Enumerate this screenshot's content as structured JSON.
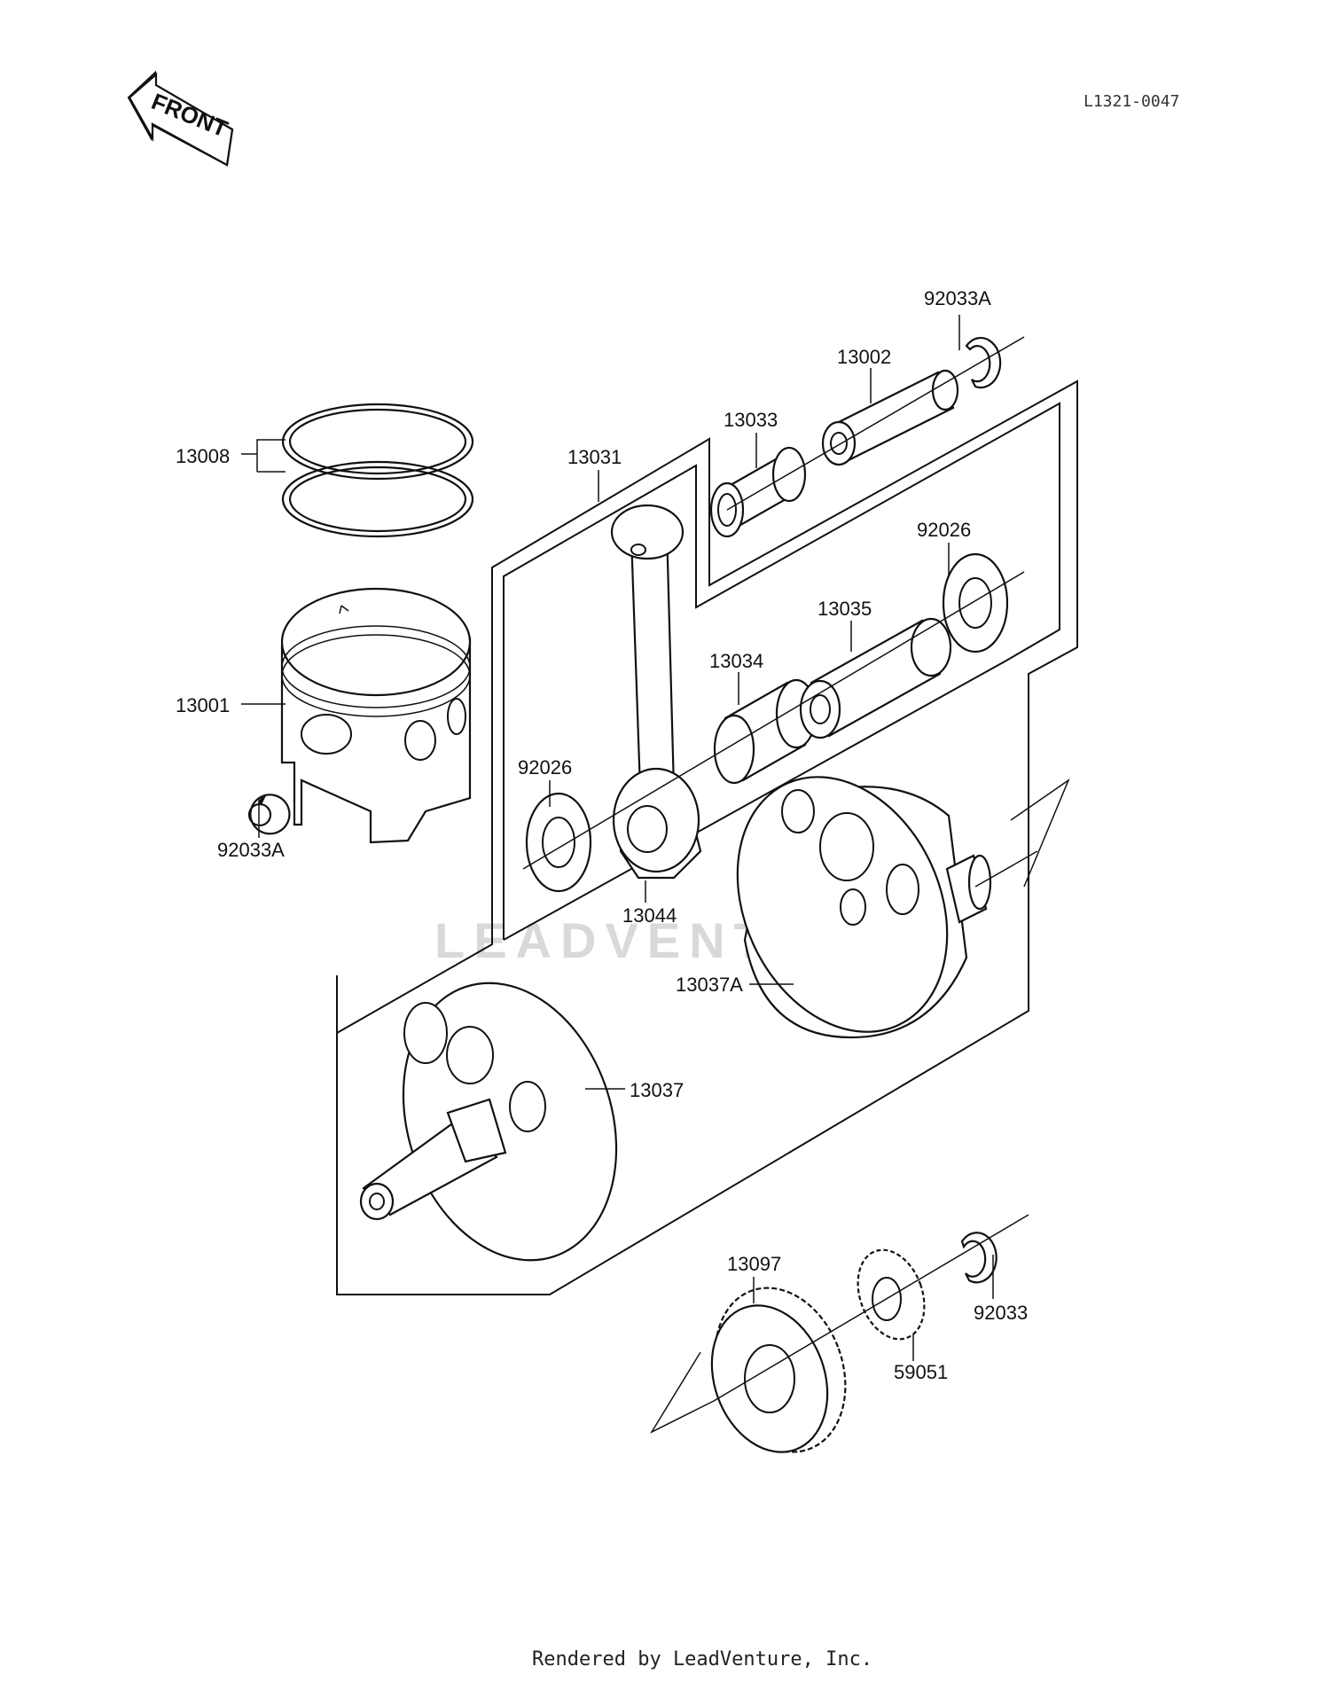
{
  "diagram_code": "L1321-0047",
  "front_label": "FRONT",
  "watermark": "LEADVENTURE",
  "footer": "Rendered by LeadVenture, Inc.",
  "callouts": {
    "p92033A_top": "92033A",
    "p13002": "13002",
    "p13033": "13033",
    "p13031": "13031",
    "p13008": "13008",
    "p92026_right": "92026",
    "p13035": "13035",
    "p13034": "13034",
    "p13001": "13001",
    "p92026_left": "92026",
    "p92033A_left": "92033A",
    "p13044": "13044",
    "p13037A": "13037A",
    "p13037": "13037",
    "p13097": "13097",
    "p92033": "92033",
    "p59051": "59051"
  }
}
